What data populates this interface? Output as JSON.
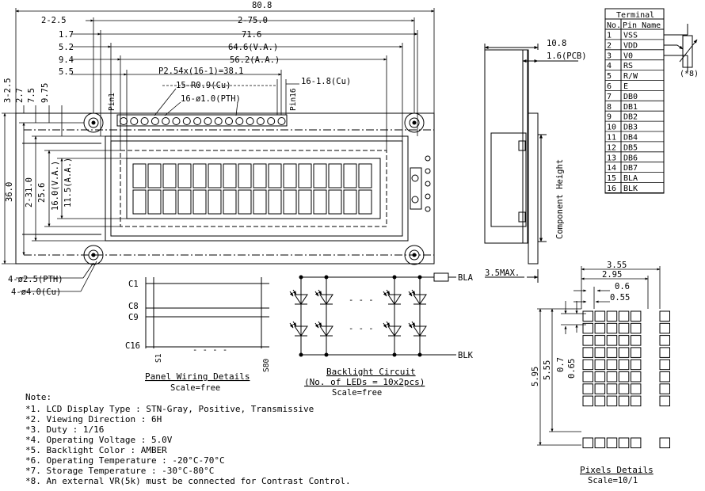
{
  "top_dims": {
    "d80_8": "80.8",
    "d2_2_5": "2-2.5",
    "d2_75": "2-75.0",
    "d1_7": "1.7",
    "d71_6": "71.6",
    "d5_2": "5.2",
    "d64_6": "64.6(V.A.)",
    "d9_4": "9.4",
    "d56_2": "56.2(A.A.)",
    "d5_5": "5.5",
    "d_pitch": "P2.54x(16-1)=38.1",
    "d_r09": "15-R0.9(Cu)",
    "d_1_8": "16-1.8(Cu)",
    "d_pth": "16-ø1.0(PTH)"
  },
  "left_dims": {
    "v3_2_5": "3-2.5",
    "v2_7": "2.7",
    "v7_5": "7.5",
    "v9_75": "9.75",
    "v36": "36.0",
    "v2_31": "2-31.0",
    "v25_6": "25.6",
    "v16": "16.0(V.A.)",
    "v11_5": "11.5(A.A.)"
  },
  "pins": {
    "pin1": "Pin1",
    "pin16": "Pin16"
  },
  "holes": {
    "pth": "4-ø2.5(PTH)",
    "cu": "4-ø4.0(Cu)"
  },
  "side_dims": {
    "d10_8": "10.8",
    "d1_6": "1.6(PCB)",
    "component_height": "Component Height",
    "d3_5": "3.5MAX."
  },
  "terminal": {
    "title": "Terminal",
    "header_no": "No.",
    "header_name": "Pin Name",
    "rows": [
      [
        "1",
        "VSS"
      ],
      [
        "2",
        "VDD"
      ],
      [
        "3",
        "V0"
      ],
      [
        "4",
        "RS"
      ],
      [
        "5",
        "R/W"
      ],
      [
        "6",
        "E"
      ],
      [
        "7",
        "DB0"
      ],
      [
        "8",
        "DB1"
      ],
      [
        "9",
        "DB2"
      ],
      [
        "10",
        "DB3"
      ],
      [
        "11",
        "DB4"
      ],
      [
        "12",
        "DB5"
      ],
      [
        "13",
        "DB6"
      ],
      [
        "14",
        "DB7"
      ],
      [
        "15",
        "BLA"
      ],
      [
        "16",
        "BLK"
      ]
    ],
    "vr_note": "(*8)"
  },
  "wiring": {
    "c1": "C1",
    "c8": "C8",
    "c9": "C9",
    "c16": "C16",
    "s1": "S1",
    "s80": "S80",
    "dashes": "- - - -",
    "title": "Panel Wiring Details",
    "scale": "Scale=free"
  },
  "backlight": {
    "bla": "BLA",
    "blk": "BLK",
    "dashes": "- - -",
    "title": "Backlight Circuit",
    "subtitle": "(No. of LEDs = 10x2pcs)",
    "scale": "Scale=free"
  },
  "pixels": {
    "d3_55": "3.55",
    "d2_95": "2.95",
    "d0_6": "0.6",
    "d0_55": "0.55",
    "d5_95": "5.95",
    "d5_55": "5.55",
    "d0_7": "0.7",
    "d0_65": "0.65",
    "title": "Pixels Details",
    "scale": "Scale=10/1"
  },
  "notes": {
    "title": "Note:",
    "items": [
      "*1. LCD Display Type : STN-Gray, Positive, Transmissive",
      "*2. Viewing Direction : 6H",
      "*3. Duty : 1/16",
      "*4. Operating Voltage : 5.0V",
      "*5. Backlight Color : AMBER",
      "*6. Operating Temperature : -20°C-70°C",
      "*7. Storage Temperature : -30°C-80°C",
      "*8. An external VR(5k) must be connected for Contrast Control."
    ]
  }
}
